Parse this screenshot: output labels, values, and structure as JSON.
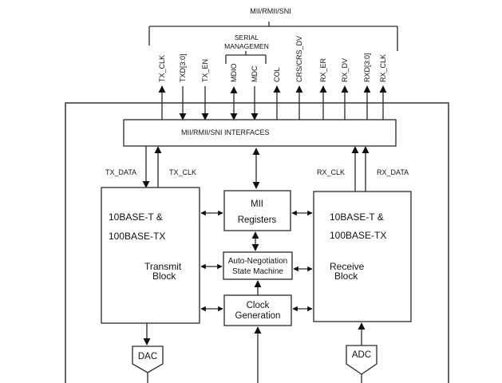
{
  "diagram": {
    "bus_title": "MII/RMII/SNI",
    "serial_group": [
      "SERIAL",
      "MANAGEMEN"
    ],
    "signals": [
      {
        "name": "TX_CLK",
        "direction": "out"
      },
      {
        "name": "TXD[3:0]",
        "direction": "in"
      },
      {
        "name": "TX_EN",
        "direction": "in"
      },
      {
        "name": "MDIO",
        "direction": "bidir"
      },
      {
        "name": "MDC",
        "direction": "in"
      },
      {
        "name": "COL",
        "direction": "out"
      },
      {
        "name": "CRS/CRS_DV",
        "direction": "out"
      },
      {
        "name": "RX_ER",
        "direction": "out"
      },
      {
        "name": "RX_DV",
        "direction": "out"
      },
      {
        "name": "RXD[3:0]",
        "direction": "out"
      },
      {
        "name": "RX_CLK",
        "direction": "out"
      }
    ],
    "interfaces_label": "MII/RMII/SNI INTERFACES",
    "tx_links": {
      "data": "TX_DATA",
      "clk": "TX_CLK"
    },
    "rx_links": {
      "clk": "RX_CLK",
      "data": "RX_DATA"
    },
    "transmit_block": {
      "line1": "10BASE-T &",
      "line2": "100BASE-TX",
      "line3": "Transmit",
      "line4": "Block"
    },
    "receive_block": {
      "line1": "10BASE-T &",
      "line2": "100BASE-TX",
      "line3": "Receive",
      "line4": "Block"
    },
    "mii_registers": {
      "line1": "MII",
      "line2": "Registers"
    },
    "auto_negotiation": {
      "line1": "Auto-Negotiation",
      "line2": "State Machine"
    },
    "clock_generation": {
      "line1": "Clock",
      "line2": "Generation"
    },
    "dac": "DAC",
    "adc": "ADC"
  }
}
